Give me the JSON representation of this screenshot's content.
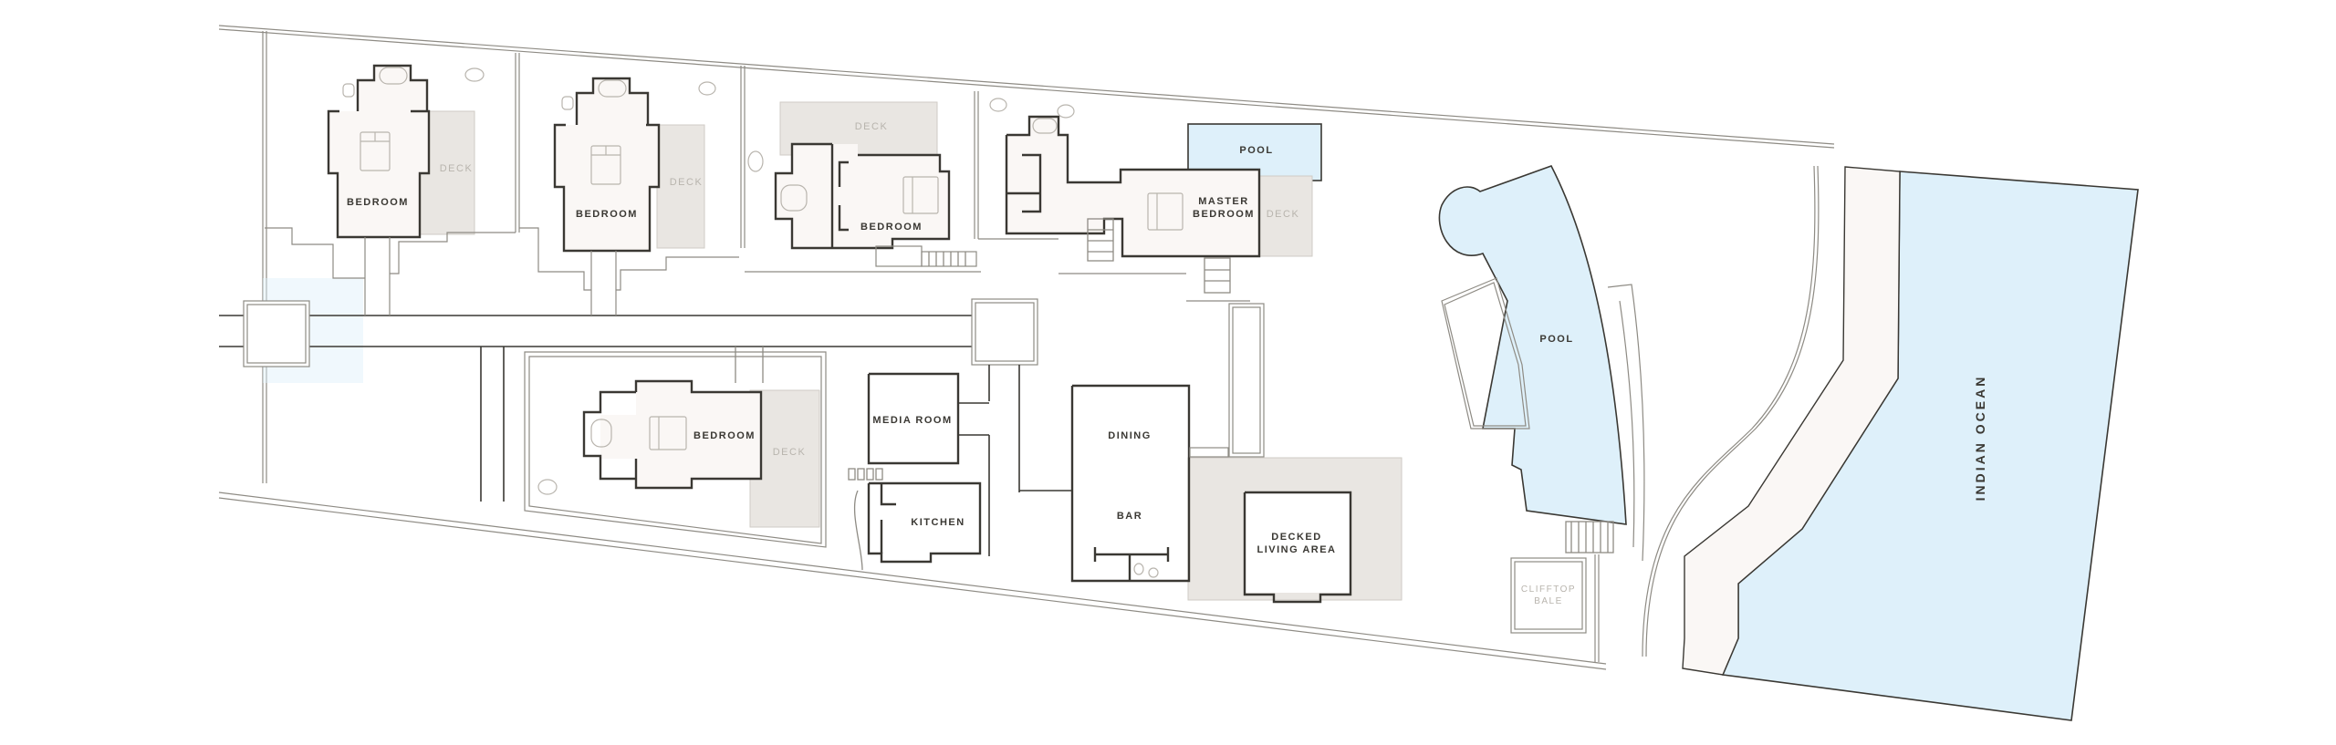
{
  "plan": {
    "colors": {
      "wall": "#3a3833",
      "thin_line": "#8e8b84",
      "room_fill": "#faf7f5",
      "deck_fill": "#e9e6e2",
      "water_fill": "#def0fa",
      "muted_label": "#b8b4ad"
    },
    "rooms": {
      "bedroom_1": {
        "label": "BEDROOM",
        "deck": "DECK"
      },
      "bedroom_2": {
        "label": "BEDROOM",
        "deck": "DECK"
      },
      "bedroom_3": {
        "label": "BEDROOM",
        "deck": "DECK"
      },
      "master_bedroom": {
        "label": "MASTER\nBEDROOM",
        "line1": "MASTER",
        "line2": "BEDROOM",
        "deck": "DECK",
        "pool": "POOL"
      },
      "bedroom_4": {
        "label": "BEDROOM",
        "deck": "DECK"
      },
      "media_room": {
        "label": "MEDIA ROOM"
      },
      "kitchen": {
        "label": "KITCHEN"
      },
      "dining": {
        "label": "DINING"
      },
      "bar": {
        "label": "BAR"
      },
      "decked_living_area": {
        "line1": "DECKED",
        "line2": "LIVING AREA"
      },
      "main_pool": {
        "label": "POOL"
      },
      "clifftop_bale": {
        "line1": "CLIFFTOP",
        "line2": "BALE"
      },
      "ocean": {
        "label": "INDIAN OCEAN"
      }
    }
  }
}
